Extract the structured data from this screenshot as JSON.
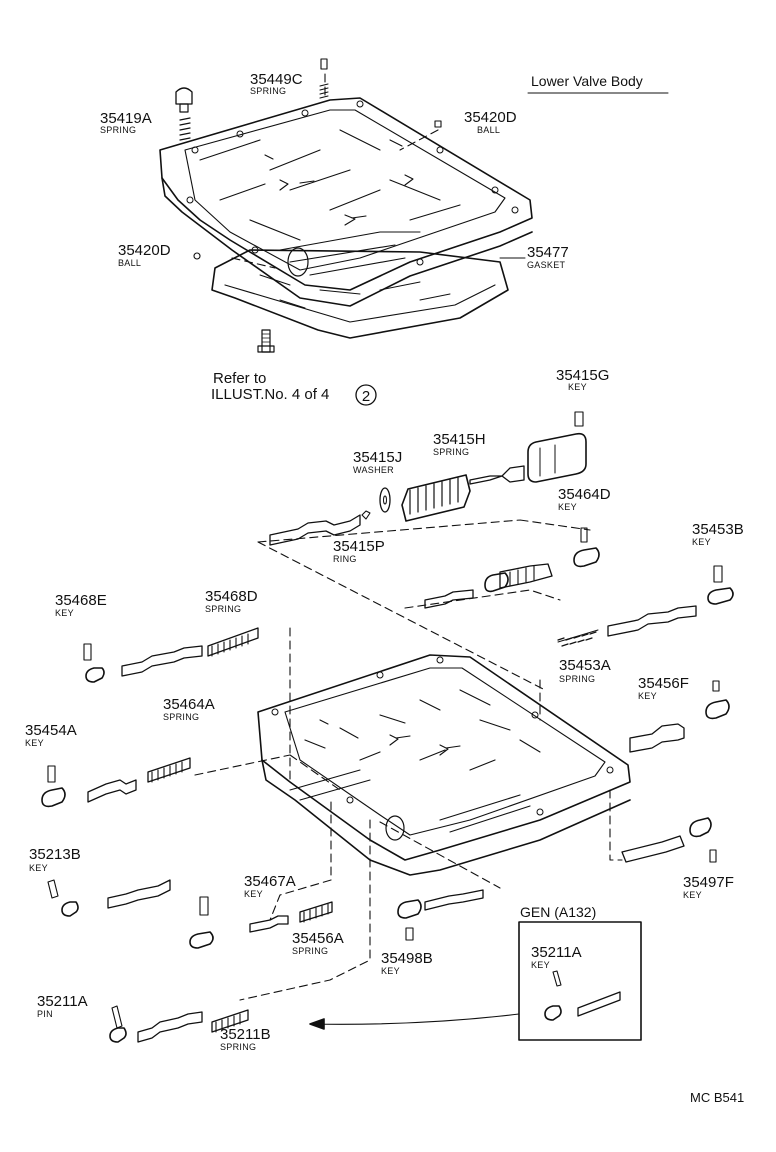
{
  "title": "Lower Valve Body",
  "note": {
    "line1": "Refer to",
    "line2": "ILLUST.No. 4 of 4",
    "circle_num": "2"
  },
  "inset": {
    "title": "GEN (A132)"
  },
  "code": "MC B541",
  "parts": [
    {
      "number": "35449C",
      "name": "SPRING"
    },
    {
      "number": "35419A",
      "name": "SPRING"
    },
    {
      "number": "35420D",
      "name": "BALL"
    },
    {
      "number": "35420D",
      "name": "BALL"
    },
    {
      "number": "35477",
      "name": "GASKET"
    },
    {
      "number": "35415G",
      "name": "KEY"
    },
    {
      "number": "35415H",
      "name": "SPRING"
    },
    {
      "number": "35415J",
      "name": "WASHER"
    },
    {
      "number": "35464D",
      "name": "KEY"
    },
    {
      "number": "35415P",
      "name": "RING"
    },
    {
      "number": "35453B",
      "name": "KEY"
    },
    {
      "number": "35468E",
      "name": "KEY"
    },
    {
      "number": "35468D",
      "name": "SPRING"
    },
    {
      "number": "35453A",
      "name": "SPRING"
    },
    {
      "number": "35456F",
      "name": "KEY"
    },
    {
      "number": "35464A",
      "name": "SPRING"
    },
    {
      "number": "35454A",
      "name": "KEY"
    },
    {
      "number": "35213B",
      "name": "KEY"
    },
    {
      "number": "35467A",
      "name": "KEY"
    },
    {
      "number": "35497F",
      "name": "KEY"
    },
    {
      "number": "35456A",
      "name": "SPRING"
    },
    {
      "number": "35498B",
      "name": "KEY"
    },
    {
      "number": "35211A",
      "name": "KEY"
    },
    {
      "number": "35211A",
      "name": "PIN"
    },
    {
      "number": "35211B",
      "name": "SPRING"
    }
  ]
}
